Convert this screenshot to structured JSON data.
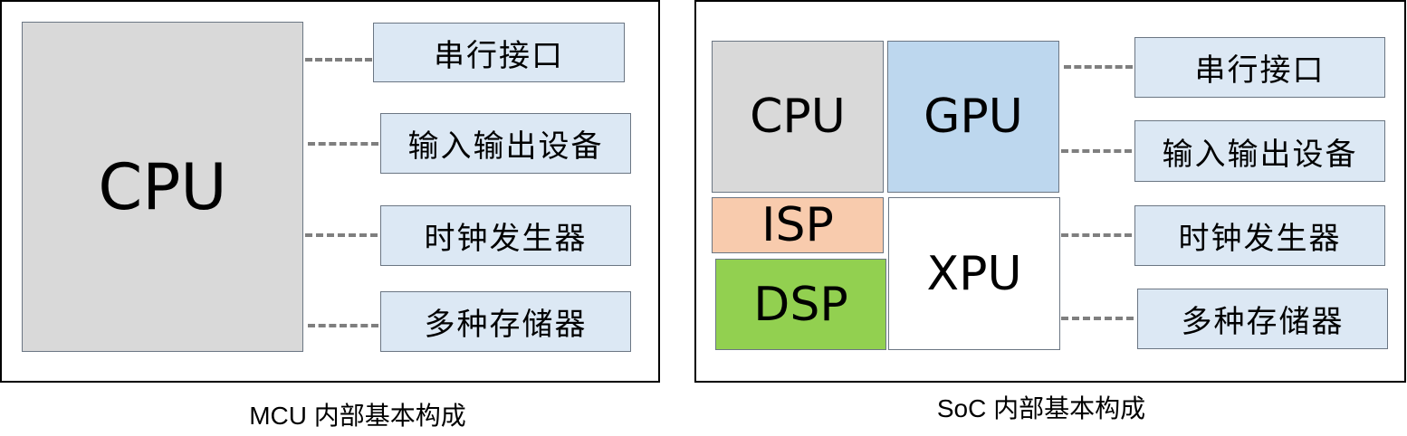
{
  "mcu": {
    "cpu_label": "CPU",
    "interfaces": [
      "串行接口",
      "输入输出设备",
      "时钟发生器",
      "多种存储器"
    ],
    "caption": "MCU 内部基本构成"
  },
  "soc": {
    "blocks": {
      "cpu": "CPU",
      "gpu": "GPU",
      "isp": "ISP",
      "dsp": "DSP",
      "xpu": "XPU"
    },
    "interfaces": [
      "串行接口",
      "输入输出设备",
      "时钟发生器",
      "多种存储器"
    ],
    "caption": "SoC 内部基本构成"
  },
  "colors": {
    "cpu_fill": "#d9d9d9",
    "gpu_fill": "#bdd7ee",
    "isp_fill": "#f8cbad",
    "dsp_fill": "#92d050",
    "xpu_fill": "#ffffff",
    "interface_fill": "#dce8f4",
    "connector": "#7f7f7f"
  }
}
